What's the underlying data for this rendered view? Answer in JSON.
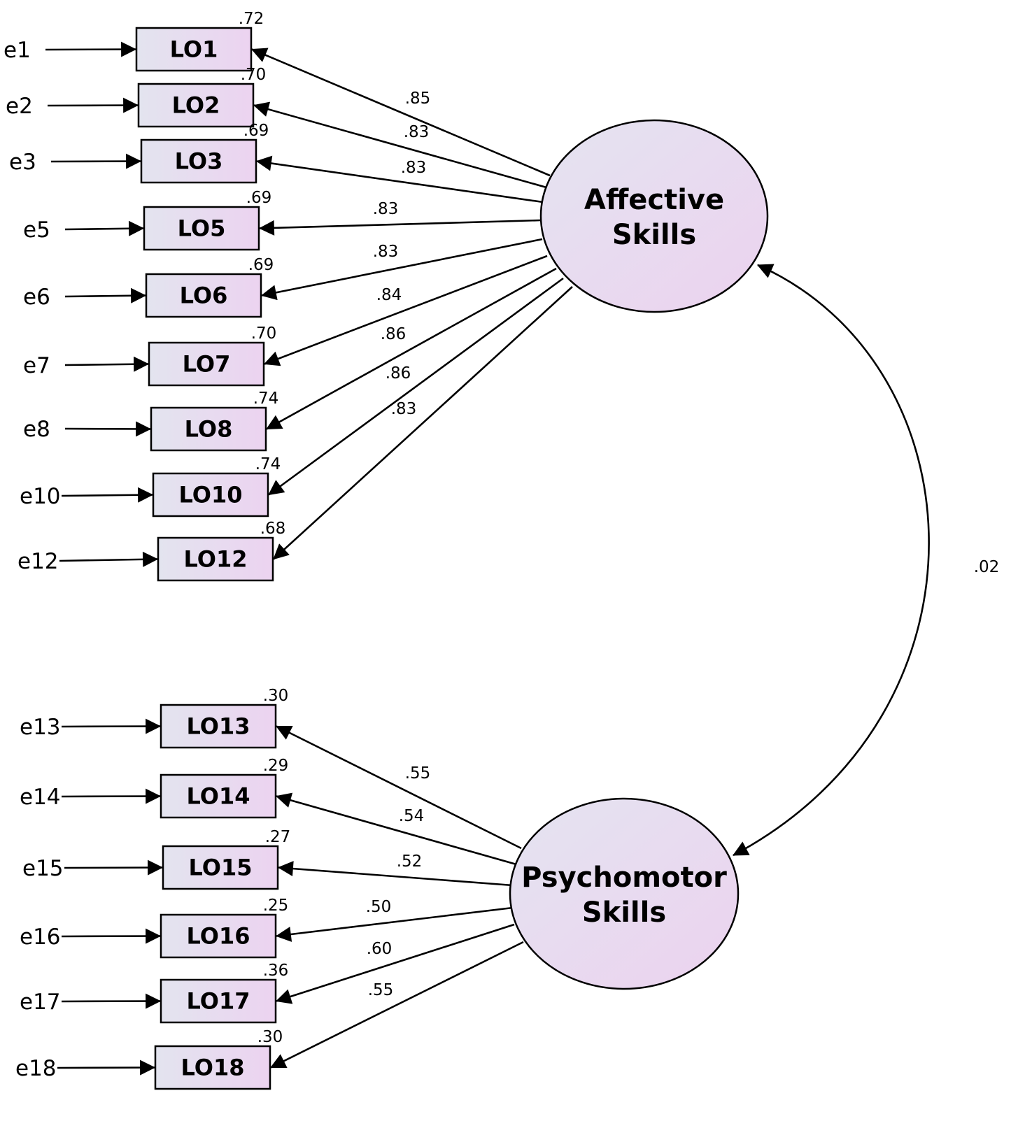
{
  "factors": [
    {
      "id": "affective",
      "label_line1": "Affective",
      "label_line2": "Skills",
      "indicators": [
        {
          "error": "e1",
          "label": "LO1",
          "r2": ".72",
          "loading": ".85"
        },
        {
          "error": "e2",
          "label": "LO2",
          "r2": ".70",
          "loading": ".83"
        },
        {
          "error": "e3",
          "label": "LO3",
          "r2": ".69",
          "loading": ".83"
        },
        {
          "error": "e5",
          "label": "LO5",
          "r2": ".69",
          "loading": ".83"
        },
        {
          "error": "e6",
          "label": "LO6",
          "r2": ".69",
          "loading": ".83"
        },
        {
          "error": "e7",
          "label": "LO7",
          "r2": ".70",
          "loading": ".84"
        },
        {
          "error": "e8",
          "label": "LO8",
          "r2": ".74",
          "loading": ".86"
        },
        {
          "error": "e10",
          "label": "LO10",
          "r2": ".74",
          "loading": ".86"
        },
        {
          "error": "e12",
          "label": "LO12",
          "r2": ".68",
          "loading": ".83"
        }
      ]
    },
    {
      "id": "psychomotor",
      "label_line1": "Psychomotor",
      "label_line2": "Skills",
      "indicators": [
        {
          "error": "e13",
          "label": "LO13",
          "r2": ".30",
          "loading": ".55"
        },
        {
          "error": "e14",
          "label": "LO14",
          "r2": ".29",
          "loading": ".54"
        },
        {
          "error": "e15",
          "label": "LO15",
          "r2": ".27",
          "loading": ".52"
        },
        {
          "error": "e16",
          "label": "LO16",
          "r2": ".25",
          "loading": ".50"
        },
        {
          "error": "e17",
          "label": "LO17",
          "r2": ".36",
          "loading": ".60"
        },
        {
          "error": "e18",
          "label": "LO18",
          "r2": ".30",
          "loading": ".55"
        }
      ]
    }
  ],
  "covariance": ".02",
  "colors": {
    "box_gradient_start": "#e3e4ef",
    "box_gradient_end": "#ecd3f0",
    "ellipse_gradient_start": "#e4e4f0",
    "ellipse_gradient_end": "#ecd2ef",
    "stroke": "#000000"
  }
}
